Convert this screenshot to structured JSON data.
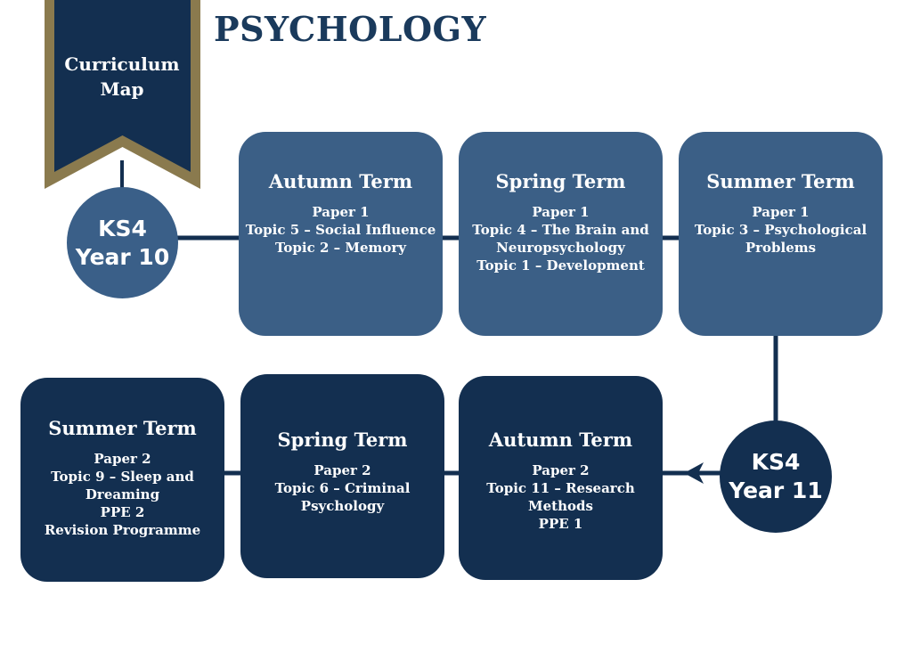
{
  "banner": {
    "label": "Curriculum Map"
  },
  "page": {
    "title": "PSYCHOLOGY"
  },
  "colors": {
    "navy": "#132f50",
    "steel_blue": "#3b5f86",
    "gold": "#8a7a4e",
    "title": "#1a3a5c"
  },
  "nodes": {
    "year10": {
      "key_stage": "KS4",
      "year": "Year 10"
    },
    "year11": {
      "key_stage": "KS4",
      "year": "Year 11"
    }
  },
  "year10": {
    "autumn": {
      "title": "Autumn Term",
      "lines": [
        "Paper 1",
        "Topic 5 – Social Influence",
        "Topic 2 – Memory"
      ]
    },
    "spring": {
      "title": "Spring Term",
      "lines": [
        "Paper 1",
        "Topic 4 – The Brain and",
        "Neuropsychology",
        "Topic 1 – Development"
      ]
    },
    "summer": {
      "title": "Summer Term",
      "lines": [
        "Paper 1",
        "Topic 3 – Psychological",
        "Problems"
      ]
    }
  },
  "year11": {
    "autumn": {
      "title": "Autumn Term",
      "lines": [
        "Paper 2",
        "Topic 11 – Research",
        "Methods",
        "PPE 1"
      ]
    },
    "spring": {
      "title": "Spring Term",
      "lines": [
        "Paper 2",
        "Topic 6 – Criminal",
        "Psychology"
      ]
    },
    "summer": {
      "title": "Summer Term",
      "lines": [
        "Paper 2",
        "Topic 9 – Sleep and",
        "Dreaming",
        "PPE 2",
        "Revision Programme"
      ]
    }
  }
}
